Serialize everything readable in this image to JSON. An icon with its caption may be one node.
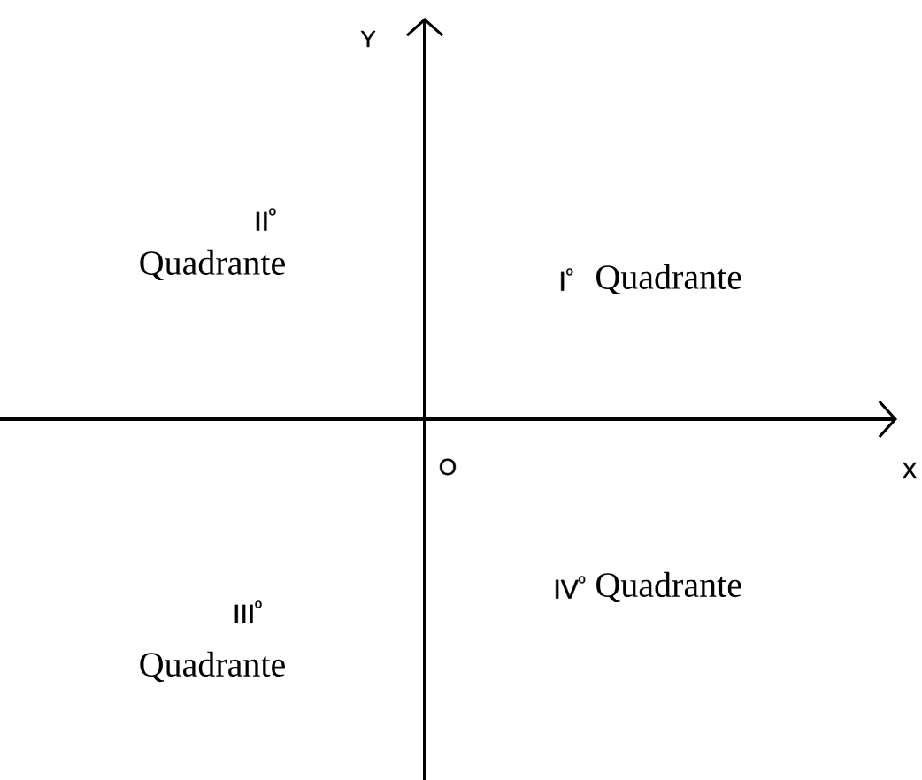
{
  "diagram": {
    "labels": [
      "Y",
      "II$^{º}$",
      "Quadrante",
      "I$^{º}$",
      "Quadrante",
      "O",
      "X",
      "IV$^{º}$",
      "Quadrante",
      "III$^{º}$",
      "Quadrante"
    ]
  }
}
